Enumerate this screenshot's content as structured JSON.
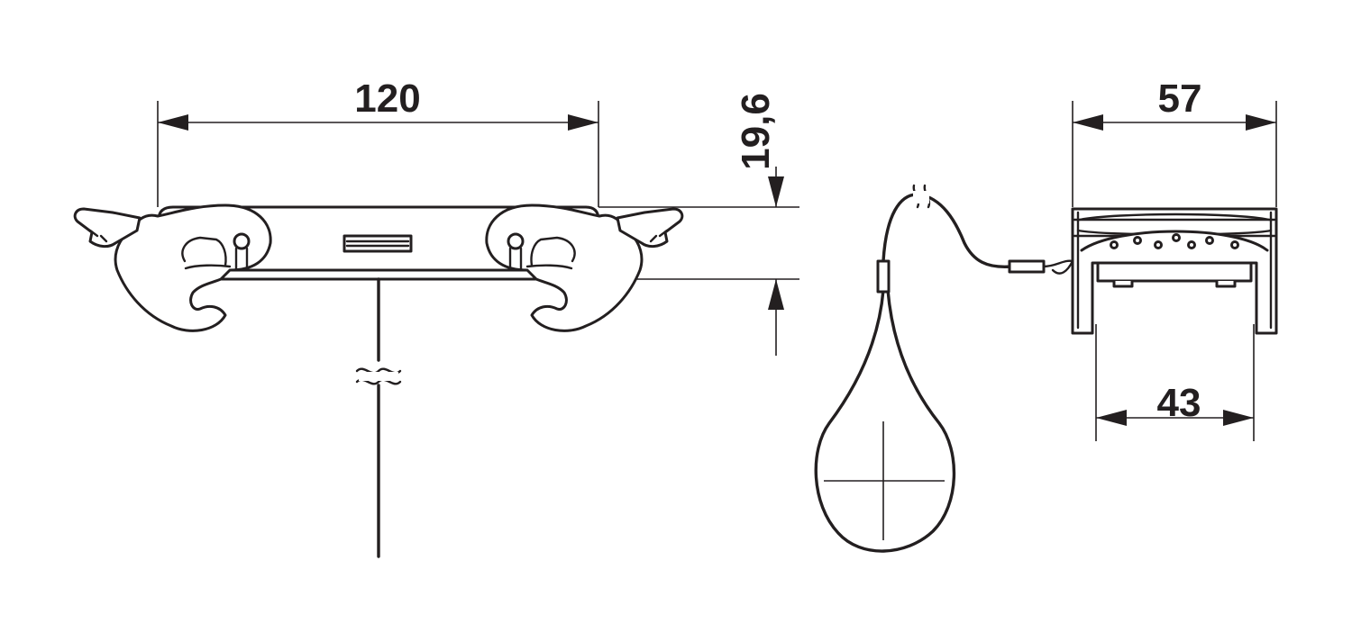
{
  "diagram": {
    "dimensions": {
      "width_front": "120",
      "height": "19,6",
      "width_side_outer": "57",
      "width_side_inner": "43"
    },
    "colors": {
      "line": "#231f20",
      "background": "#ffffff"
    }
  }
}
